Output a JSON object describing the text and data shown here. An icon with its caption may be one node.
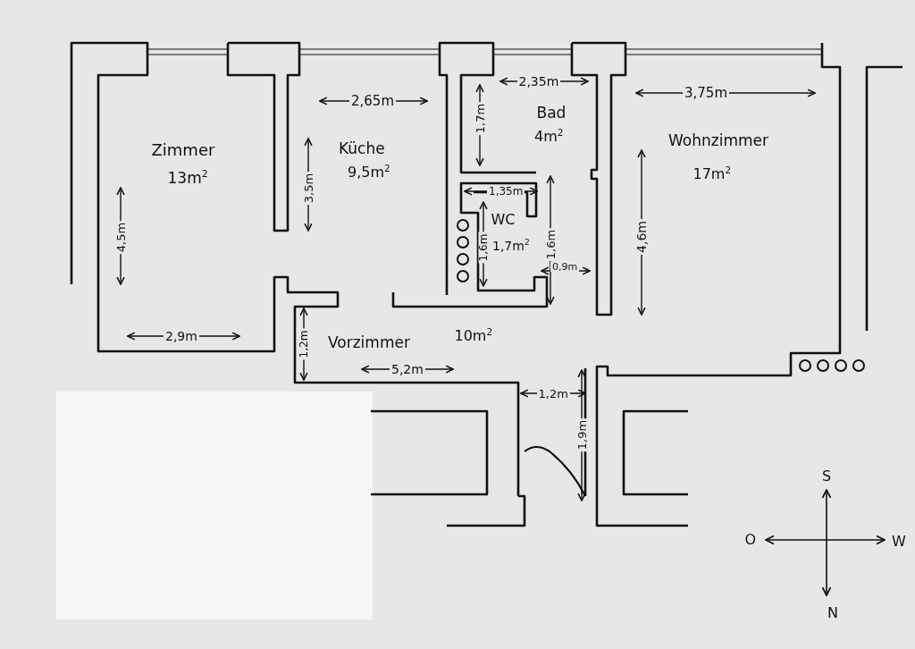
{
  "diagram": {
    "labels": [
      "2,65m",
      "2,35m",
      "3,75m",
      "Bad",
      "1,7m",
      "4m$^{2}$",
      "Zimmer",
      "Küche",
      "Wohnzimmer",
      "13m$^{2}$",
      "9,5m$^{2}$",
      "17m$^{2}$",
      "1,35m",
      "3,5m",
      "WC",
      "4,5m",
      "1,6m",
      "1,7m$^{2}$",
      "1,6m",
      "4,6m",
      "0,9m",
      "2,9m",
      "1,2m",
      "Vorzimmer",
      "10m$^{2}$",
      "5,2m",
      "1,2m",
      "1,9m",
      "S",
      "O",
      "W",
      "N"
    ]
  }
}
